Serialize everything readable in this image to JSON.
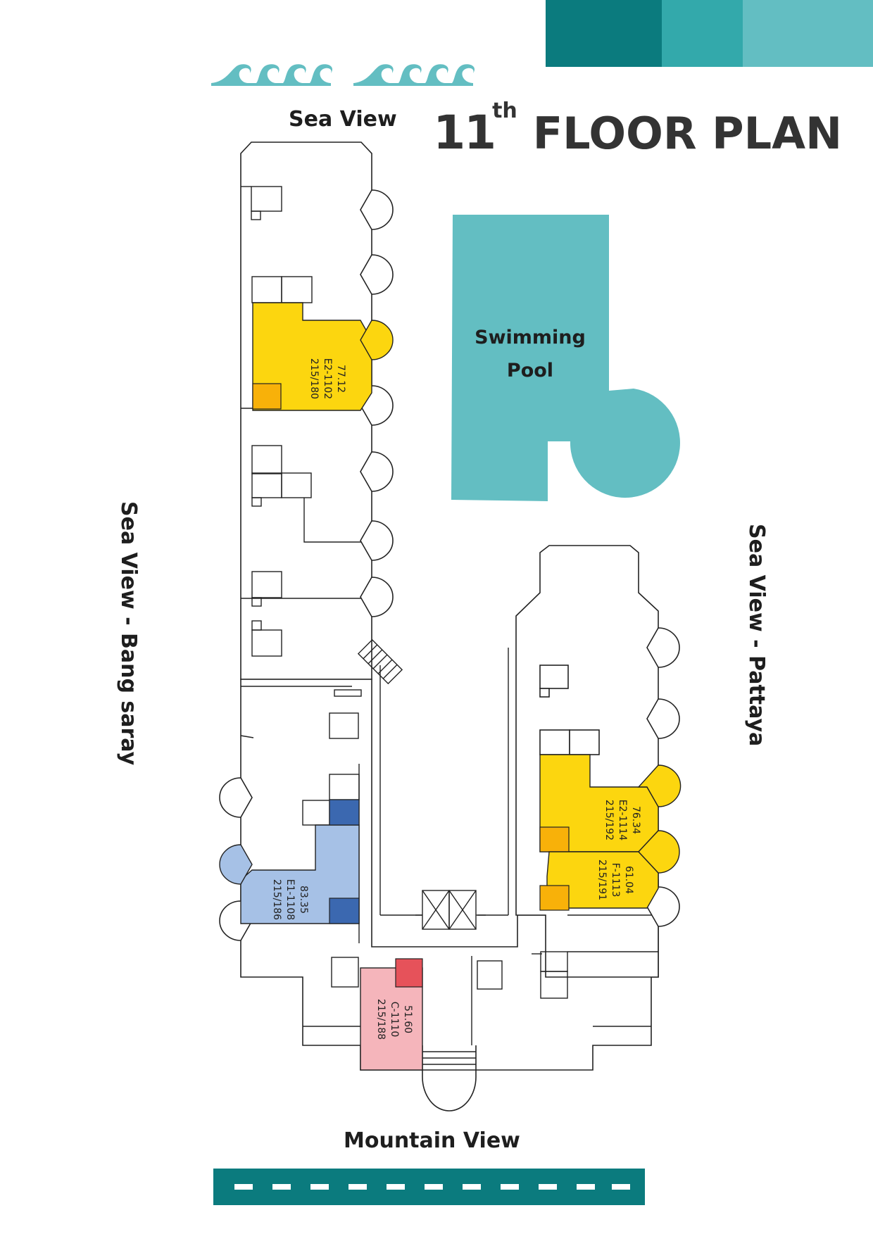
{
  "title": {
    "floor_number": "11",
    "floor_suffix": "th",
    "text": "FLOOR PLAN"
  },
  "colors": {
    "teal_dark": "#0b7b7e",
    "teal_mid": "#33a9ab",
    "teal_light": "#63bec2",
    "pool": "#63bec2",
    "unit_yellow": "#fcd60f",
    "unit_blue": "#a6c1e6",
    "unit_pink": "#f5b5bb",
    "accent_orange": "#f8b109",
    "accent_navy": "#3b68b0",
    "accent_red": "#e6525a"
  },
  "views": {
    "top": "Sea View",
    "bottom": "Mountain View",
    "left": "Sea View - Bang saray",
    "right": "Sea View - Pattaya"
  },
  "pool": {
    "line1": "Swimming",
    "line2": "Pool"
  },
  "units": [
    {
      "area": "77.12",
      "code": "E2-1102",
      "address": "215/180",
      "color": "yellow"
    },
    {
      "area": "83.35",
      "code": "E1-1108",
      "address": "215/186",
      "color": "blue"
    },
    {
      "area": "51.60",
      "code": "C-1110",
      "address": "215/188",
      "color": "pink"
    },
    {
      "area": "61.04",
      "code": "F-1113",
      "address": "215/191",
      "color": "yellow"
    },
    {
      "area": "76.34",
      "code": "E2-1114",
      "address": "215/192",
      "color": "yellow"
    }
  ],
  "icons": [
    "wave-icon",
    "wave-icon",
    "road-icon"
  ]
}
